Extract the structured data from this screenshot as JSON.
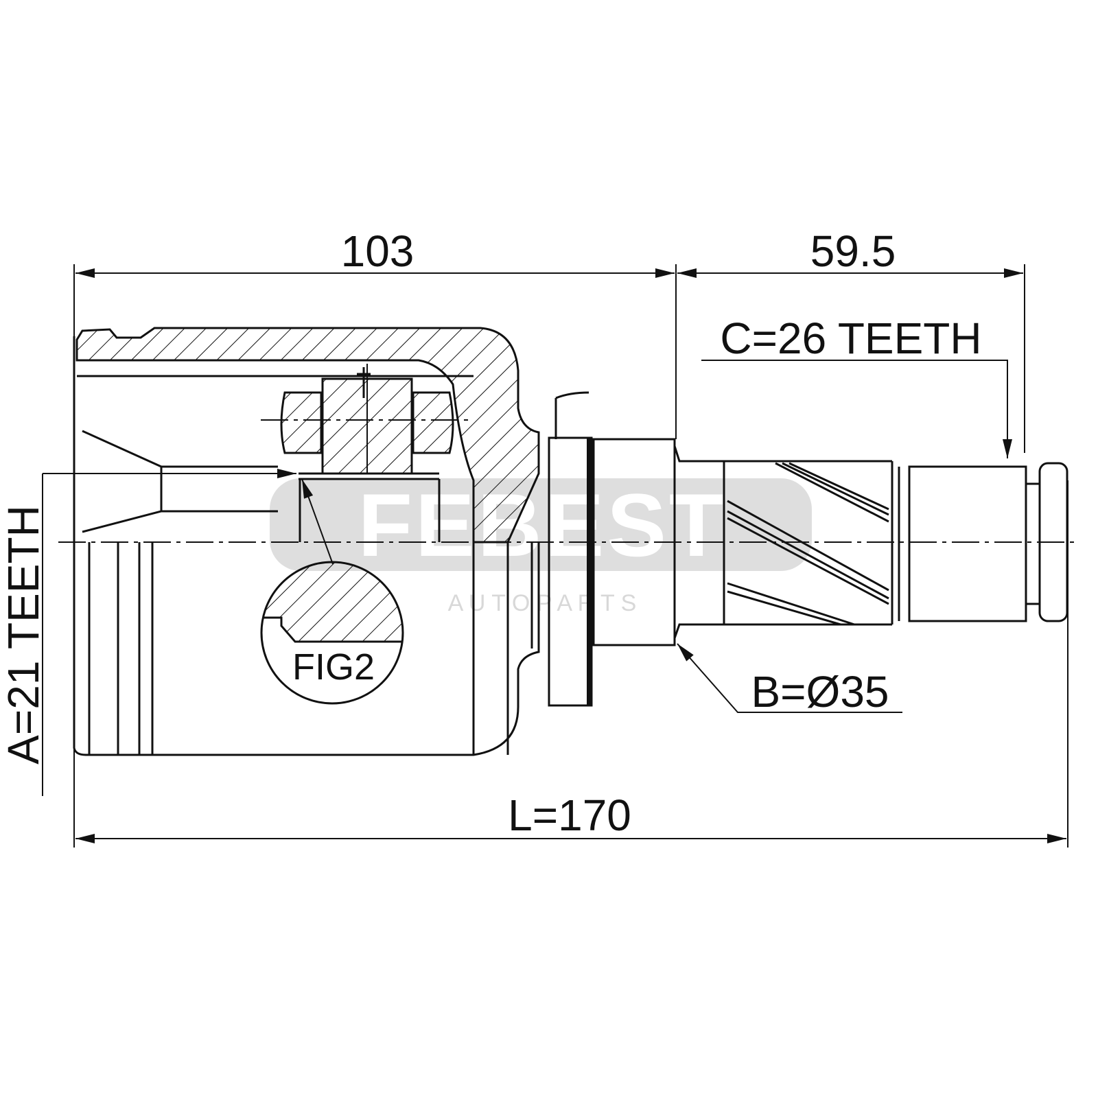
{
  "dimensions": {
    "housing_length": "103",
    "shaft_length": "59.5",
    "outer_spline": "C=26 TEETH",
    "inner_spline": "A=21 TEETH",
    "seal_diameter": "B=Ø35",
    "total_length": "L=170"
  },
  "detail_label": "FIG2",
  "watermark": {
    "brand": "FEBEST",
    "sub": "A U T O P A R T S"
  },
  "colors": {
    "line": "#111111",
    "watermark": "#dcdcdc"
  }
}
